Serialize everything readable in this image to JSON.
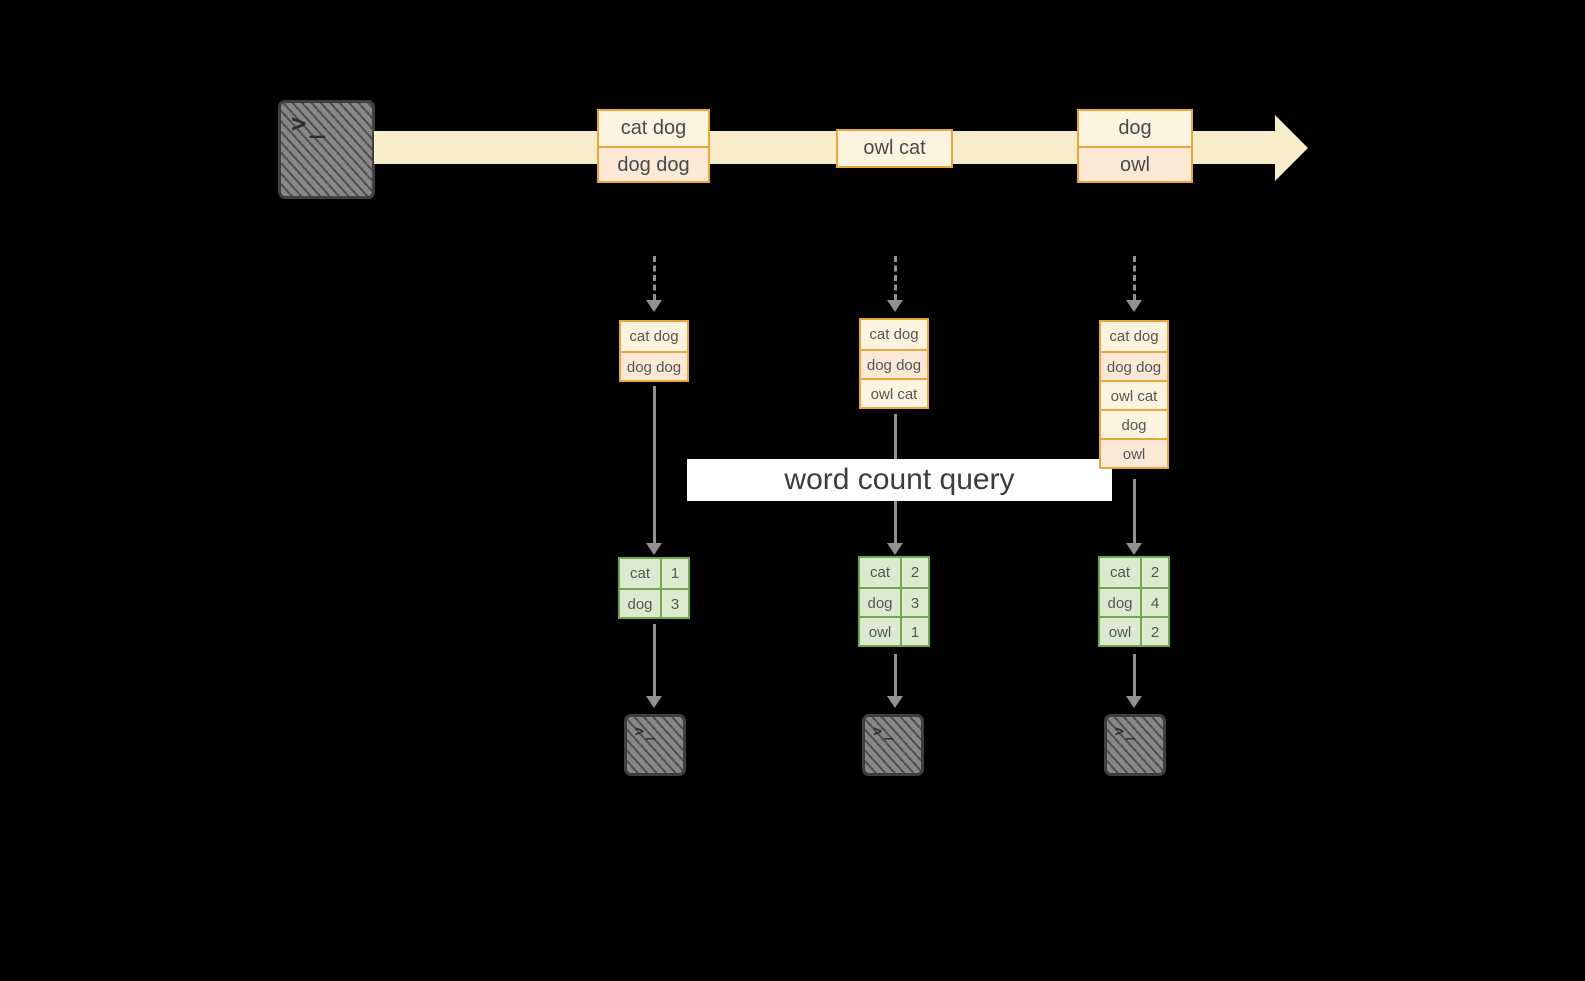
{
  "banner": {
    "label": "word count query"
  },
  "icons": {
    "terminal_prompt": ">_"
  },
  "timeline": {
    "batch1": {
      "row1": "cat dog",
      "row2": "dog dog"
    },
    "batch2": {
      "row1": "owl cat"
    },
    "batch3": {
      "row1": "dog",
      "row2": "owl"
    }
  },
  "inputs": {
    "t1": [
      "cat dog",
      "dog dog"
    ],
    "t2": [
      "cat dog",
      "dog dog",
      "owl cat"
    ],
    "t3": [
      "cat dog",
      "dog dog",
      "owl cat",
      "dog",
      "owl"
    ]
  },
  "results": {
    "t1": [
      {
        "word": "cat",
        "count": "1"
      },
      {
        "word": "dog",
        "count": "3"
      }
    ],
    "t2": [
      {
        "word": "cat",
        "count": "2"
      },
      {
        "word": "dog",
        "count": "3"
      },
      {
        "word": "owl",
        "count": "1"
      }
    ],
    "t3": [
      {
        "word": "cat",
        "count": "2"
      },
      {
        "word": "dog",
        "count": "4"
      },
      {
        "word": "owl",
        "count": "2"
      }
    ]
  },
  "colors": {
    "orange_border": "#e9a63b",
    "green_border": "#6fa84f",
    "stream": "#f7edcb",
    "row_light": "#fdf4e0",
    "row_pink": "#fbe9d6",
    "cell_green": "#dcead0",
    "arrow_gray": "#919191",
    "banner_bg": "#ffffff"
  }
}
